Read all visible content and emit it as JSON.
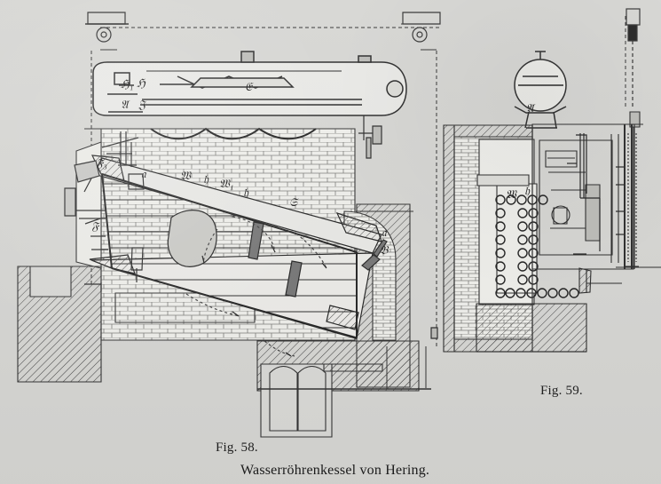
{
  "figures": {
    "fig58": {
      "label": "Fig. 58."
    },
    "fig59": {
      "label": "Fig. 59."
    }
  },
  "caption": "Wasserröhrenkessel von Hering."
}
